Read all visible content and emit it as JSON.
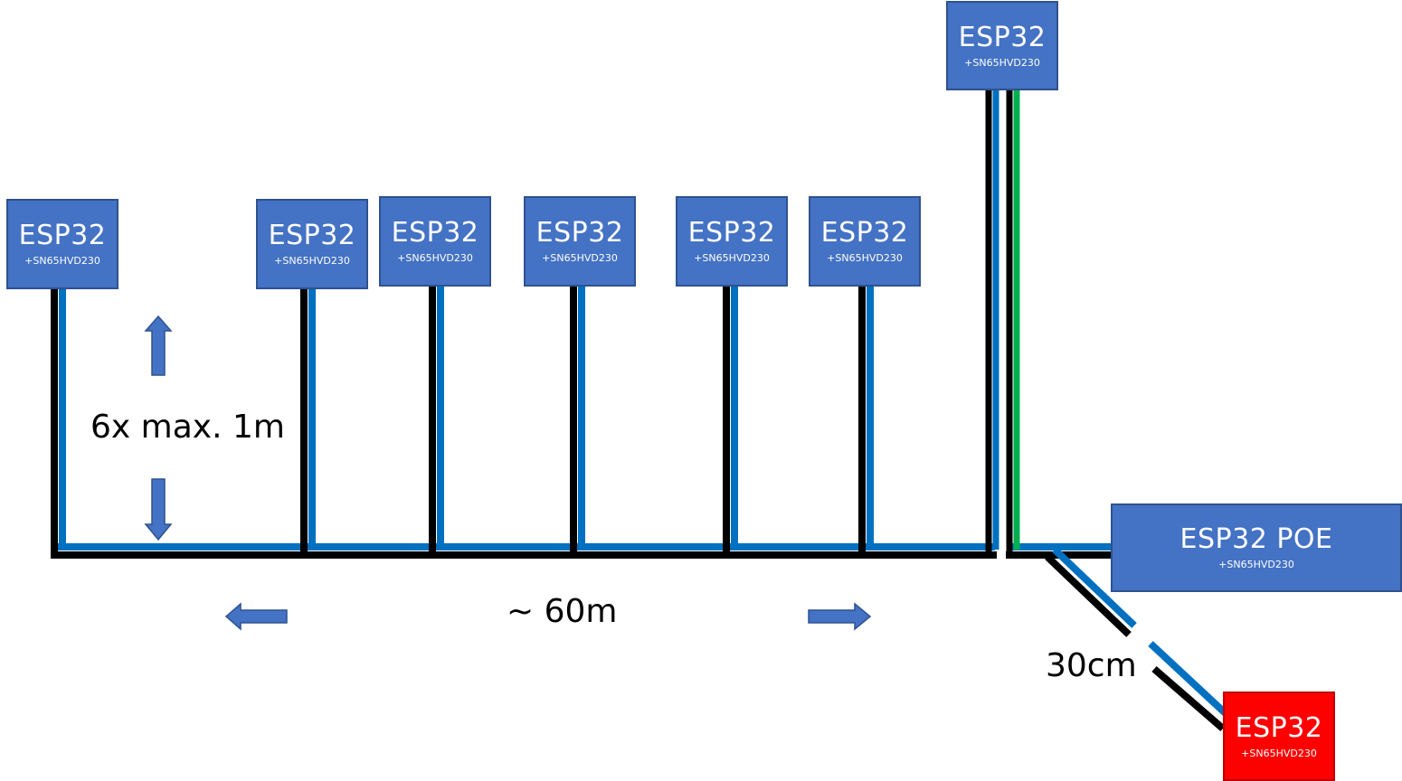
{
  "colors": {
    "node_fill": "#4472C4",
    "node_border": "#2F528F",
    "master_fill": "#FF0000",
    "master_border": "#C00000",
    "wire_black": "#000000",
    "wire_blue": "#0070C0",
    "wire_green": "#00B050",
    "arrow_fill": "#4472C4"
  },
  "nodes": [
    {
      "title": "ESP32",
      "sub": "+SN65HVD230"
    },
    {
      "title": "ESP32",
      "sub": "+SN65HVD230"
    },
    {
      "title": "ESP32",
      "sub": "+SN65HVD230"
    },
    {
      "title": "ESP32",
      "sub": "+SN65HVD230"
    },
    {
      "title": "ESP32",
      "sub": "+SN65HVD230"
    },
    {
      "title": "ESP32",
      "sub": "+SN65HVD230"
    },
    {
      "title": "ESP32",
      "sub": "+SN65HVD230"
    }
  ],
  "poe_node": {
    "title": "ESP32 POE",
    "sub": "+SN65HVD230"
  },
  "red_node": {
    "title": "ESP32",
    "sub": "+SN65HVD230"
  },
  "labels": {
    "stub_length": "6x max. 1m",
    "bus_length": "~ 60m",
    "branch_length": "30cm"
  }
}
